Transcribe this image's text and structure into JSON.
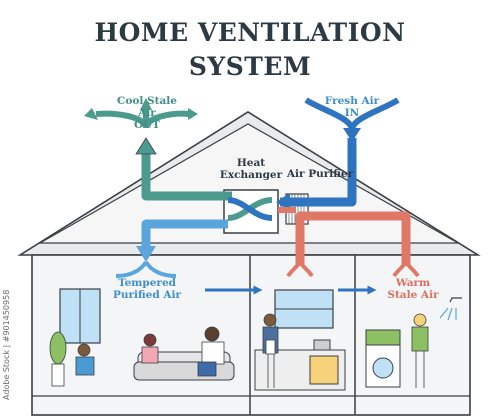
{
  "title_line1": "HOME VENTILATION",
  "title_line2": "SYSTEM",
  "labels": {
    "cool_stale_line1": "Cool Stale Air",
    "cool_stale_line2": "OUT",
    "fresh_line1": "Fresh Air",
    "fresh_line2": "IN",
    "heat_line1": "Heat",
    "heat_line2": "Exchanger",
    "purifier": "Air Purifier",
    "tempered_line1": "Tempered",
    "tempered_line2": "Purified Air",
    "warm_line1": "Warm",
    "warm_line2": "Stale Air"
  },
  "side_text": "Adobe Stock | #901450958",
  "colors": {
    "outline": "#3a3f45",
    "roof_fill": "#e9eaec",
    "wall_fill": "#f4f5f6",
    "stale_green": "#4c9a8e",
    "fresh_blue": "#2f74c0",
    "warm_red": "#e07867",
    "light_blue": "#5aa6dc"
  }
}
